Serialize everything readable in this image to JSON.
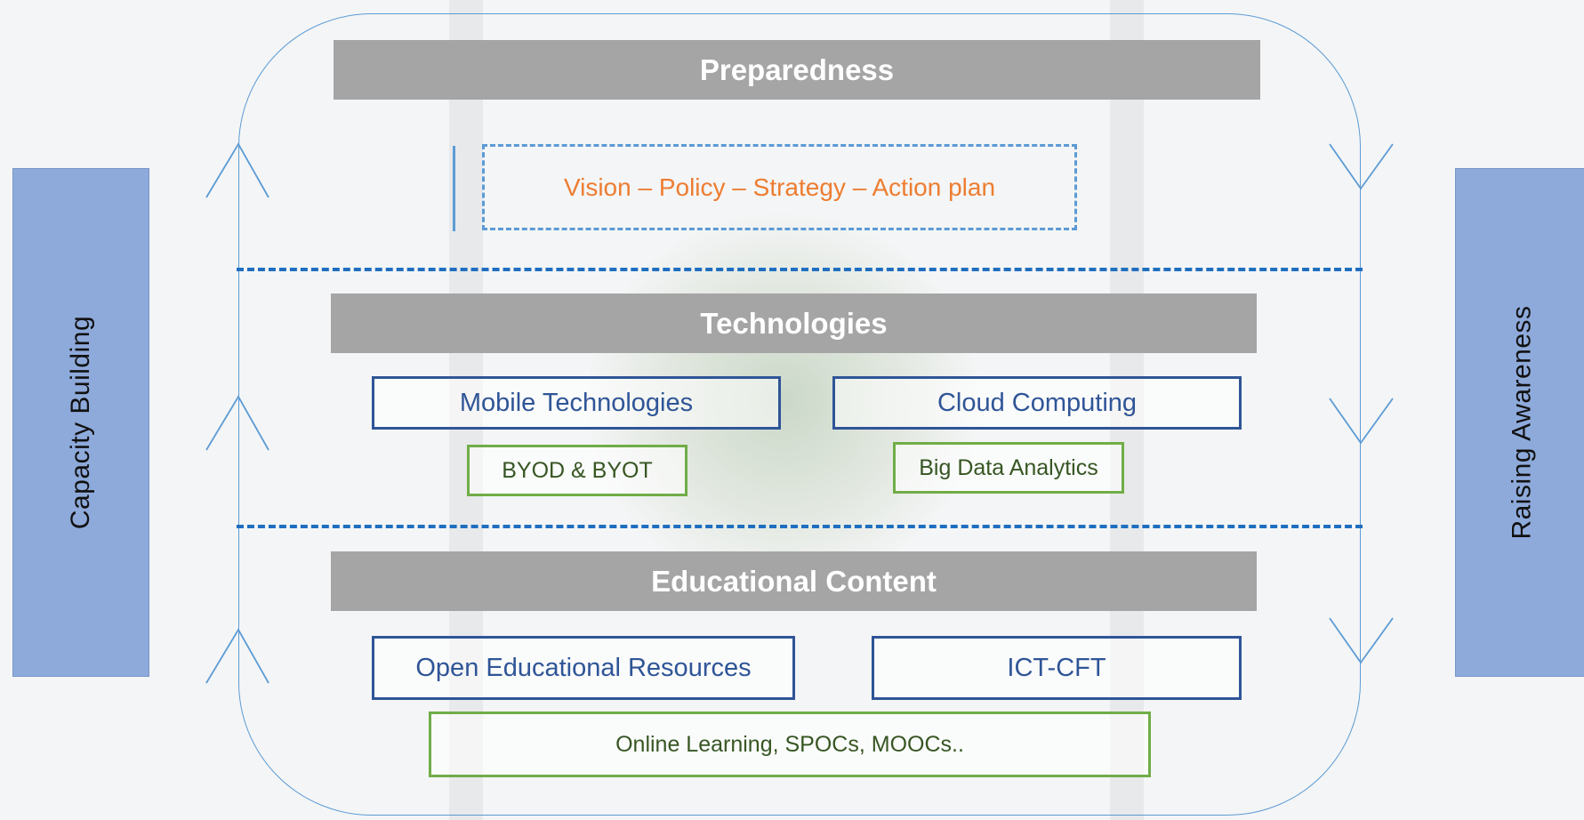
{
  "left_label": "Capacity Building",
  "right_label": "Raising Awareness",
  "sections": {
    "preparedness": {
      "title": "Preparedness",
      "items": [
        "Vision – Policy – Strategy – Action plan"
      ]
    },
    "technologies": {
      "title": "Technologies",
      "items": [
        "Mobile Technologies",
        "Cloud Computing",
        "BYOD & BYOT",
        "Big Data Analytics"
      ]
    },
    "content": {
      "title": "Educational Content",
      "items": [
        "Open Educational Resources",
        "ICT-CFT",
        "Online Learning, SPOCs, MOOCs.."
      ]
    }
  },
  "colors": {
    "side_box": "#8eaadb",
    "header_bar": "#a5a5a5",
    "frame": "#5b9bd5",
    "divider": "#1f6fc0",
    "accent_orange": "#ed7d31",
    "blue_box": "#2f5597",
    "green_box": "#70ad47"
  }
}
